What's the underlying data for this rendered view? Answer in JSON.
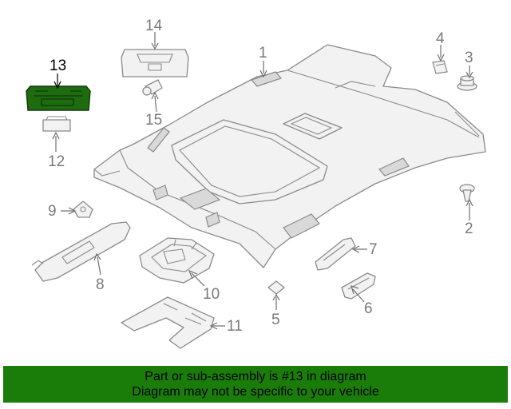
{
  "diagram": {
    "highlighted_part": "13",
    "callouts": {
      "p1": "1",
      "p2": "2",
      "p3": "3",
      "p4": "4",
      "p5": "5",
      "p6": "6",
      "p7": "7",
      "p8": "8",
      "p9": "9",
      "p10": "10",
      "p11": "11",
      "p12": "12",
      "p13": "13",
      "p14": "14",
      "p15": "15"
    }
  },
  "banner": {
    "line1": "Part or sub-assembly is #13 in diagram",
    "line2": "Diagram may not be specific to your vehicle"
  },
  "colors": {
    "highlight": "#1e6b10",
    "banner_bg": "#1a7d0a",
    "line_art": "#8a8a8a"
  }
}
